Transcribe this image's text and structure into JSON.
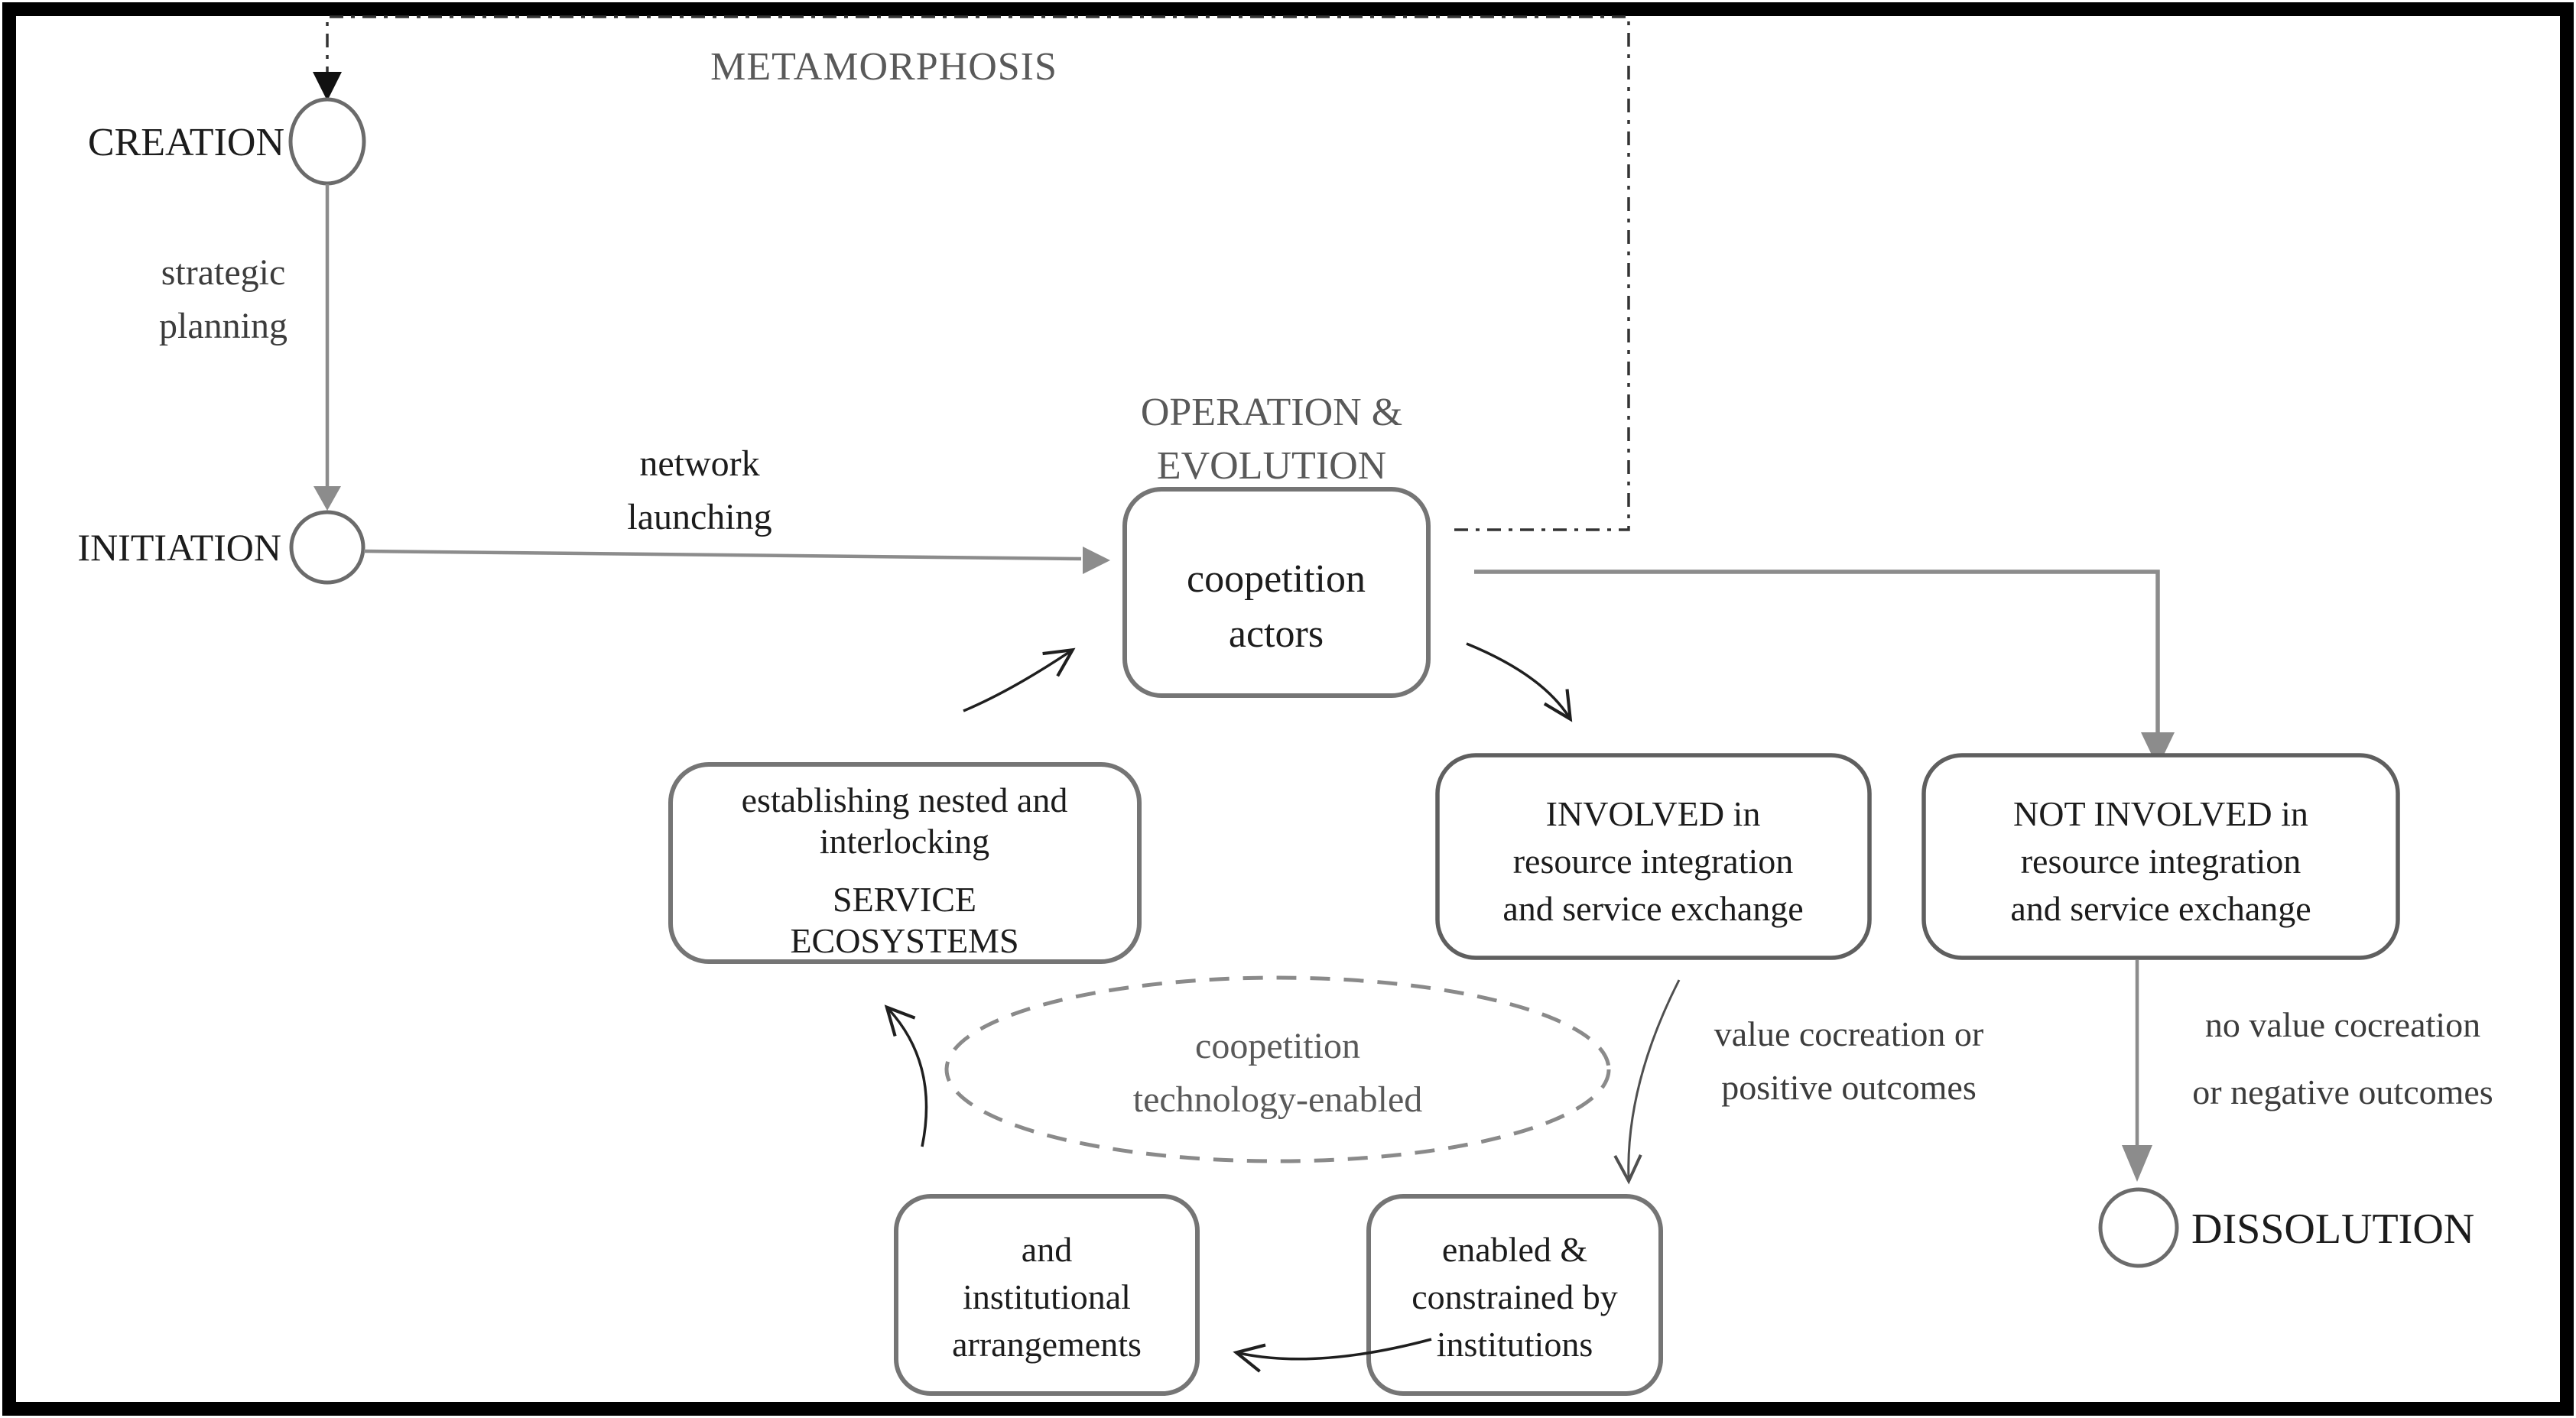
{
  "colors": {
    "frame_border": "#000000",
    "line_gray": "#8c8c8c",
    "box_border_gray": "#757575",
    "text_dark": "#1c1c1c",
    "text_gray": "#595959",
    "background": "#ffffff"
  },
  "stages": {
    "metamorphosis": "METAMORPHOSIS",
    "creation": "CREATION",
    "initiation": "INITIATION",
    "dissolution": "DISSOLUTION",
    "operation_line1": "OPERATION &",
    "operation_line2": "EVOLUTION"
  },
  "transitions": {
    "strategic_line1": "strategic",
    "strategic_line2": "planning",
    "network_line1": "network",
    "network_line2": "launching",
    "value_line1": "value cocreation or",
    "value_line2": "positive outcomes",
    "novalue_line1": "no value cocreation",
    "novalue_line2": "or negative outcomes"
  },
  "boxes": {
    "actors": {
      "line1": "coopetition",
      "line2": "actors"
    },
    "involved": {
      "line1": "INVOLVED  in",
      "line2": "resource integration",
      "line3": "and service exchange"
    },
    "not_involved": {
      "line1": "NOT INVOLVED  in",
      "line2": "resource integration",
      "line3": "and service exchange"
    },
    "service_ecosystems": {
      "line1": "establishing nested and",
      "line2": "interlocking",
      "line3": "SERVICE",
      "line4": "ECOSYSTEMS"
    },
    "institutional": {
      "line1": "and",
      "line2": "institutional",
      "line3": "arrangements"
    },
    "enabled": {
      "line1": "enabled &",
      "line2": "constrained by",
      "line3": "institutions"
    }
  },
  "ellipse": {
    "line1": "coopetition",
    "line2": "technology-enabled"
  }
}
